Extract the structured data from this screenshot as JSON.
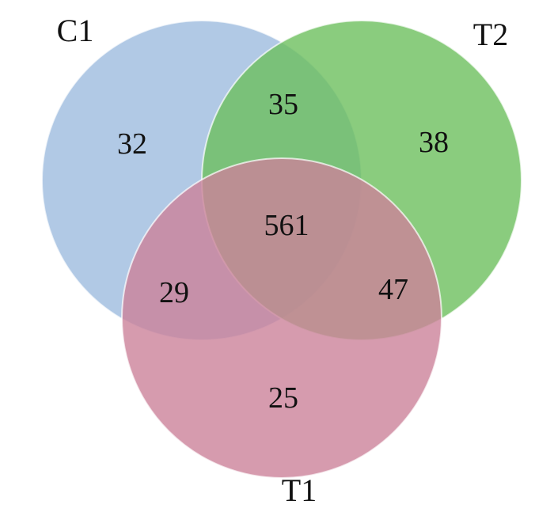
{
  "sets": [
    {
      "id": "C1",
      "label": "C1",
      "color": "#9dbbdf"
    },
    {
      "id": "T2",
      "label": "T2",
      "color": "#6dbf5e"
    },
    {
      "id": "T1",
      "label": "T1",
      "color": "#cc829a"
    }
  ],
  "regions": [
    {
      "id": "C1-only",
      "sets": [
        "C1"
      ],
      "count": "32"
    },
    {
      "id": "T2-only",
      "sets": [
        "T2"
      ],
      "count": "38"
    },
    {
      "id": "T1-only",
      "sets": [
        "T1"
      ],
      "count": "25"
    },
    {
      "id": "C1-T2",
      "sets": [
        "C1",
        "T2"
      ],
      "count": "35"
    },
    {
      "id": "C1-T1",
      "sets": [
        "C1",
        "T1"
      ],
      "count": "29"
    },
    {
      "id": "T2-T1",
      "sets": [
        "T2",
        "T1"
      ],
      "count": "47"
    },
    {
      "id": "C1-T2-T1",
      "sets": [
        "C1",
        "T2",
        "T1"
      ],
      "count": "561"
    }
  ]
}
